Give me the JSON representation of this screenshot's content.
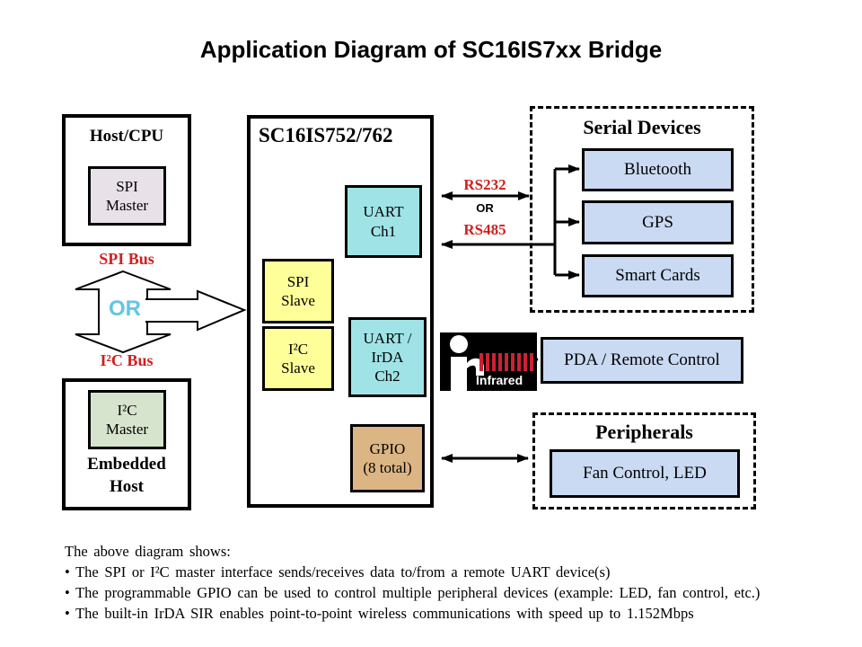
{
  "title": "Application Diagram of SC16IS7xx Bridge",
  "colors": {
    "red": "#d02020",
    "or_blue": "#62c6e2",
    "cyan": "#9fe3e6",
    "yellow": "#ffff99",
    "tan": "#dcb584",
    "device_blue": "#c9daf2",
    "master_pink": "#e8e2e8",
    "master_green": "#d7e4cd",
    "logo_red": "#cc2233"
  },
  "left": {
    "host_box_label": "Host/CPU",
    "spi_master": "SPI\nMaster",
    "spi_bus": "SPI Bus",
    "or_big": "OR",
    "i2c_bus": "I²C Bus",
    "i2c_master": "I²C\nMaster",
    "embedded_host_label": "Embedded\nHost"
  },
  "bridge": {
    "title": "SC16IS752/762",
    "uart_ch1": "UART\nCh1",
    "spi_slave": "SPI\nSlave",
    "i2c_slave": "I²C\nSlave",
    "uart_irda_ch2": "UART /\nIrDA\nCh2",
    "gpio": "GPIO\n(8 total)"
  },
  "links": {
    "rs232": "RS232",
    "or_small": "OR",
    "rs485": "RS485"
  },
  "serial_devices": {
    "title": "Serial Devices",
    "items": [
      "Bluetooth",
      "GPS",
      "Smart Cards"
    ]
  },
  "irda_logo": {
    "label": "Infrared"
  },
  "pda": {
    "label": "PDA / Remote Control"
  },
  "peripherals": {
    "title": "Peripherals",
    "item": "Fan Control, LED"
  },
  "notes": {
    "heading": "The above diagram shows:",
    "bullets": [
      "• The SPI or I²C master interface sends/receives data to/from a remote UART device(s)",
      "• The programmable GPIO can be used to control multiple peripheral devices (example: LED, fan control, etc.)",
      "• The built-in IrDA SIR enables point-to-point wireless communications with speed up to 1.152Mbps"
    ]
  }
}
